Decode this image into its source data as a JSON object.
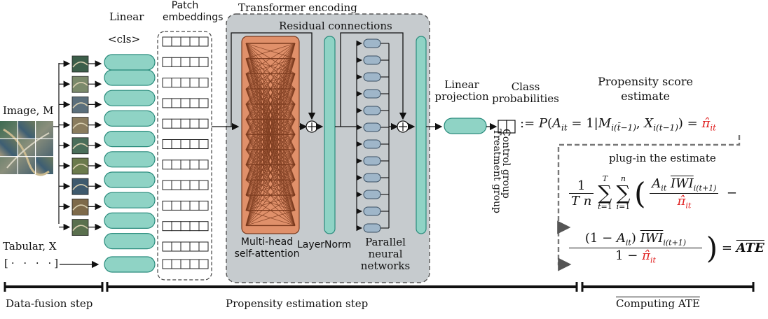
{
  "labels": {
    "image_input": "Image, M",
    "tabular_input": "Tabular, X",
    "tabular_vector": "[· · · ·]",
    "linear": "Linear",
    "cls": "<cls>",
    "patch_embeddings": "Patch\nembeddings",
    "transformer_encoding": "Transformer encoding",
    "residual_connections": "Residual connections",
    "multi_head": "Multi-head\nself-attention",
    "layernorm": "LayerNorm",
    "parallel_nn": "Parallel\nneural networks",
    "linear_projection": "Linear\nprojection",
    "class_probabilities": "Class\nprobabilities",
    "control_group": "Control group",
    "treatment_group": "Treatment group",
    "propensity_estimate": "Propensity score\nestimate",
    "plug_in": "plug-in the estimate"
  },
  "formulas": {
    "propensity": ":= P(A_it = 1 | M_i(t̄−1), X_i(t−1)) = π̂_it",
    "ate_sum_prefix": "1/(T n) Σ_{t=1}^{T} Σ_{i=1}^{n}",
    "ate_term1": "A_it IWI_i(t+1) / π̂_it −",
    "ate_term2": "(1 − A_it) IWI_i(t+1) / (1 − π̂_it)",
    "ate_result": "= ATE"
  },
  "steps": [
    {
      "label": "Data-fusion step"
    },
    {
      "label": "Propensity estimation step"
    },
    {
      "label": "Computing ATE"
    }
  ],
  "colors": {
    "teal": "#8fd3c5",
    "teal_edge": "#2a8c7d",
    "attention": "#e0906a",
    "attention_line": "#7a3a1e",
    "encoder_bg": "#c6cbce",
    "node_blue": "#9fb6c9",
    "red": "#e02020"
  },
  "counts": {
    "patches": 9
  }
}
